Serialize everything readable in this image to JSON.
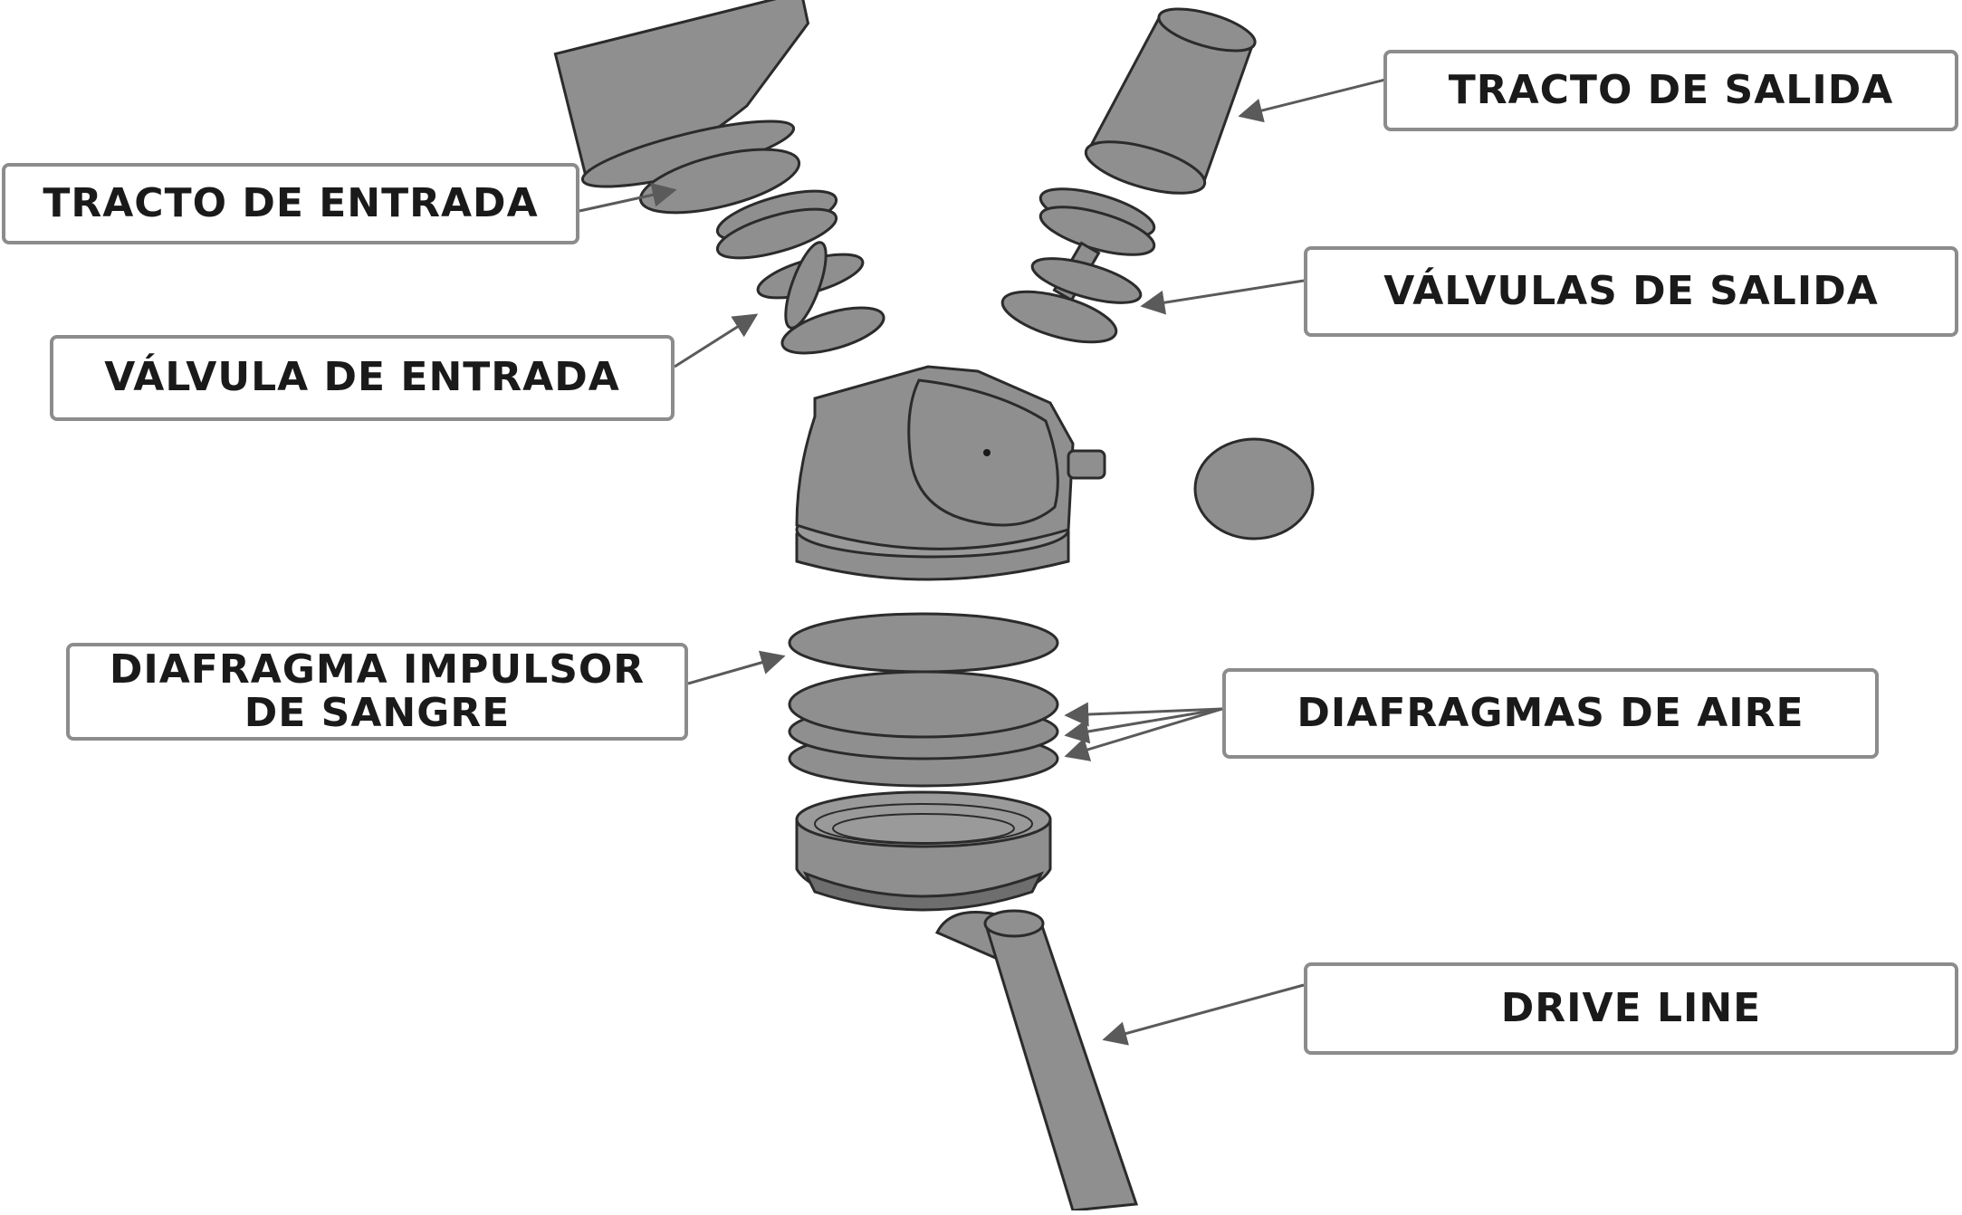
{
  "labels": {
    "tracto_salida": "TRACTO DE SALIDA",
    "tracto_entrada": "TRACTO DE ENTRADA",
    "valvulas_salida": "VÁLVULAS DE SALIDA",
    "valvula_entrada": "VÁLVULA DE ENTRADA",
    "diafragma_impulsor_line1": "DIAFRAGMA IMPULSOR",
    "diafragma_impulsor_line2": "DE SANGRE",
    "diafragmas_aire": "DIAFRAGMAS DE AIRE",
    "drive_line": "DRIVE LINE"
  },
  "colors": {
    "part_fill": "#8f8f8f",
    "part_dark": "#6e6e6e",
    "outline": "#2b2b2b",
    "box_border": "#8c8c8c",
    "arrow": "#5a5a5a",
    "text": "#1a1a1a"
  }
}
